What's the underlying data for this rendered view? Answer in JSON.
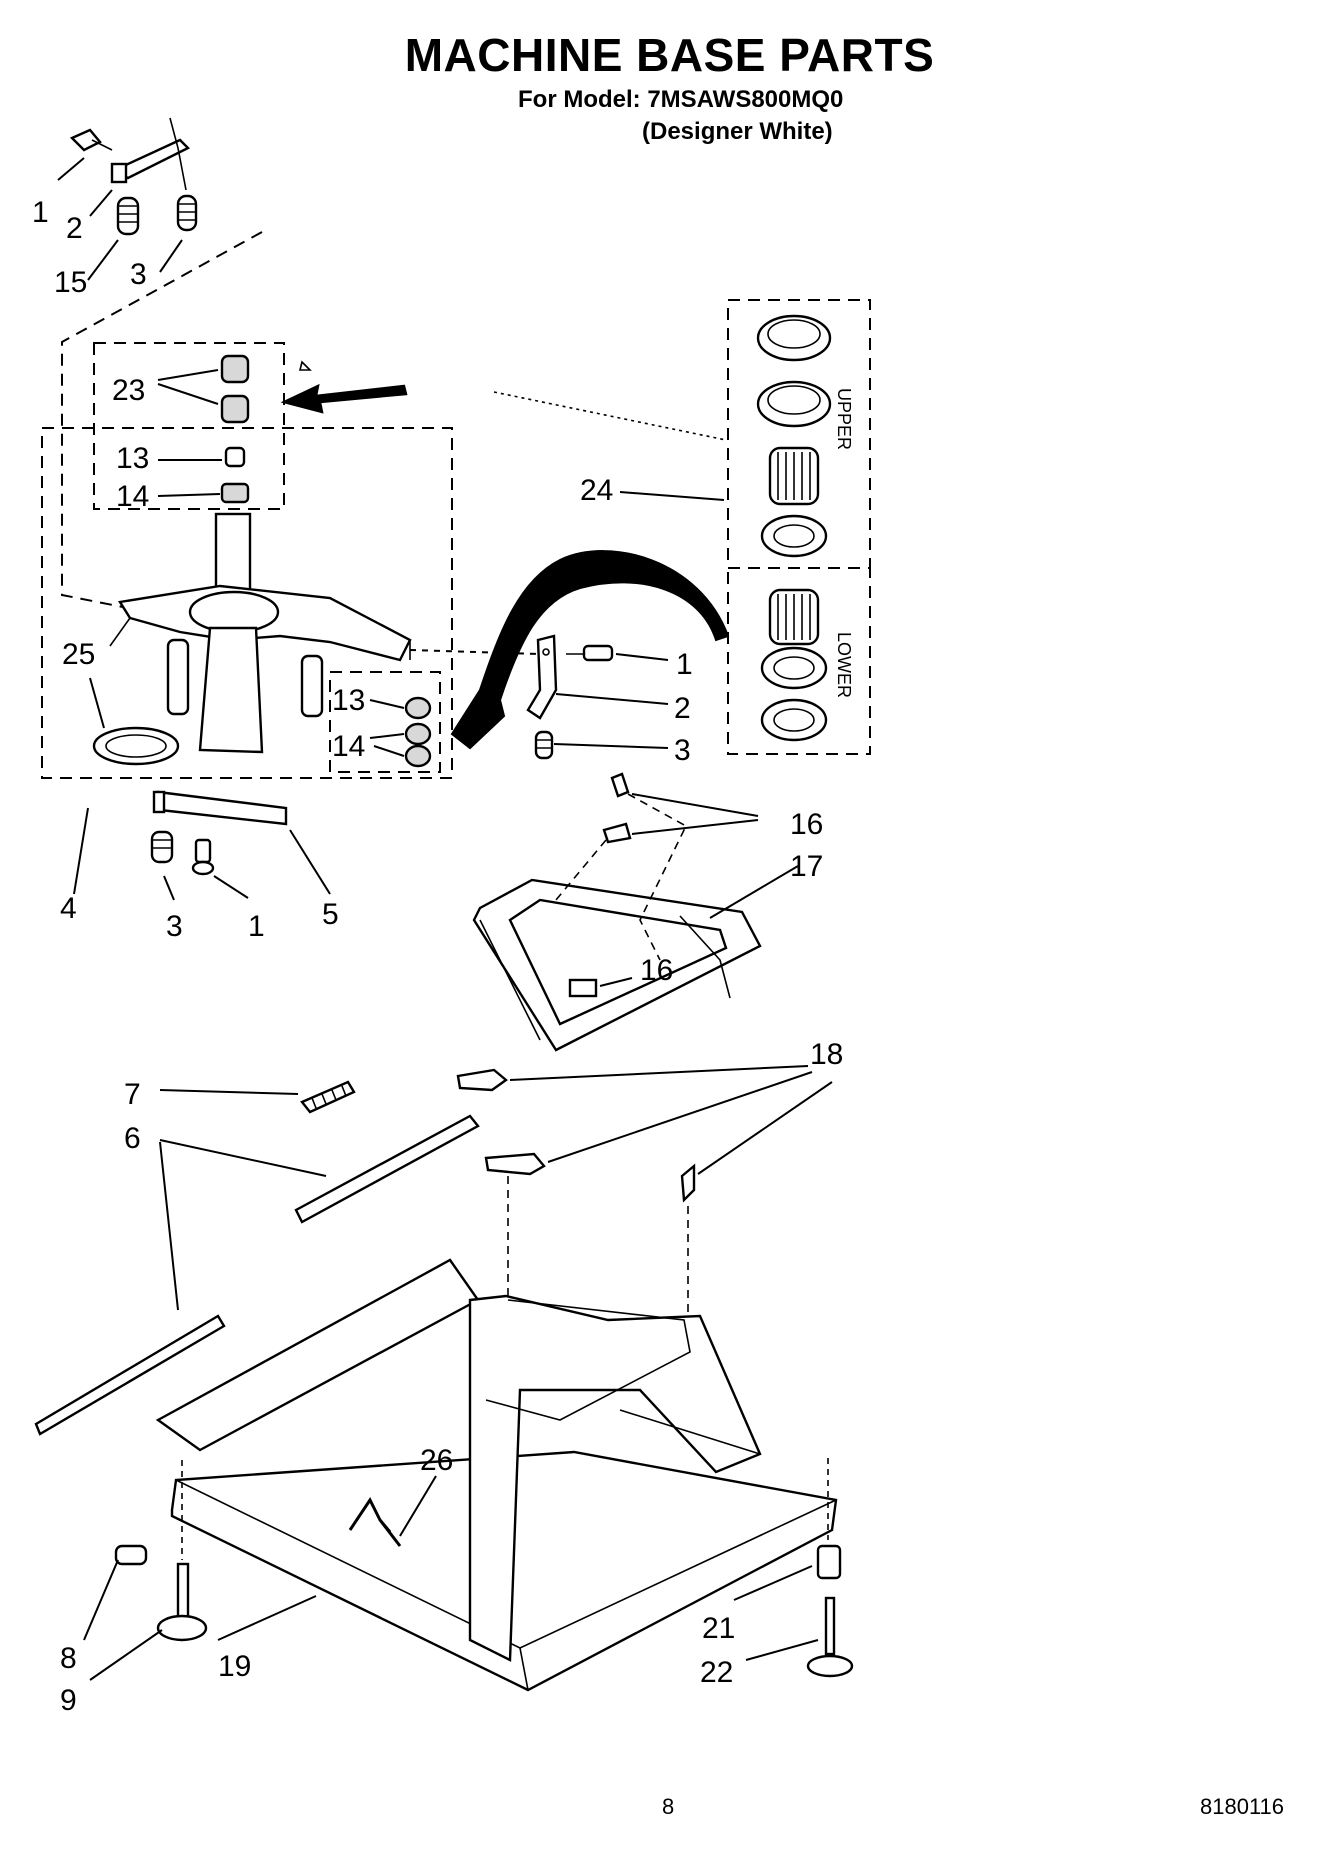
{
  "header": {
    "title": "MACHINE BASE PARTS",
    "model_line": "For Model: 7MSAWS800MQ0",
    "variant_line": "(Designer White)"
  },
  "footer": {
    "page_number": "8",
    "doc_number": "8180116"
  },
  "labels": {
    "upper": "UPPER",
    "lower": "LOWER"
  },
  "callouts": [
    {
      "id": "c1a",
      "text": "1"
    },
    {
      "id": "c2a",
      "text": "2"
    },
    {
      "id": "c15",
      "text": "15"
    },
    {
      "id": "c3a",
      "text": "3"
    },
    {
      "id": "c23",
      "text": "23"
    },
    {
      "id": "c13a",
      "text": "13"
    },
    {
      "id": "c14a",
      "text": "14"
    },
    {
      "id": "c24",
      "text": "24"
    },
    {
      "id": "c25",
      "text": "25"
    },
    {
      "id": "c13b",
      "text": "13"
    },
    {
      "id": "c14b",
      "text": "14"
    },
    {
      "id": "c1b",
      "text": "1"
    },
    {
      "id": "c2b",
      "text": "2"
    },
    {
      "id": "c3b",
      "text": "3"
    },
    {
      "id": "c16a",
      "text": "16"
    },
    {
      "id": "c17",
      "text": "17"
    },
    {
      "id": "c4",
      "text": "4"
    },
    {
      "id": "c3c",
      "text": "3"
    },
    {
      "id": "c1c",
      "text": "1"
    },
    {
      "id": "c5",
      "text": "5"
    },
    {
      "id": "c16b",
      "text": "16"
    },
    {
      "id": "c18",
      "text": "18"
    },
    {
      "id": "c7",
      "text": "7"
    },
    {
      "id": "c6",
      "text": "6"
    },
    {
      "id": "c26",
      "text": "26"
    },
    {
      "id": "c21",
      "text": "21"
    },
    {
      "id": "c8",
      "text": "8"
    },
    {
      "id": "c19",
      "text": "19"
    },
    {
      "id": "c22",
      "text": "22"
    },
    {
      "id": "c9",
      "text": "9"
    }
  ]
}
